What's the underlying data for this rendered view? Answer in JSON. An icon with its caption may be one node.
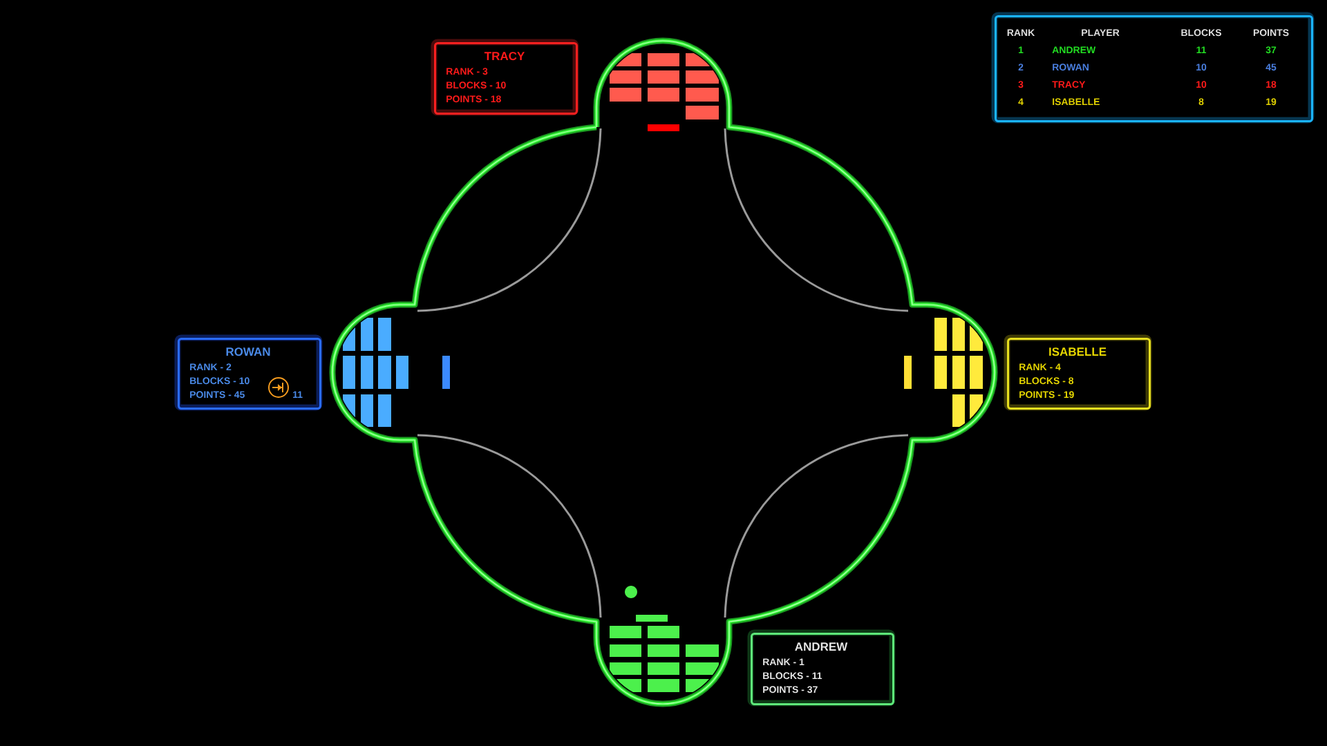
{
  "diagram": {
    "nodes": [
      {
        "text": [
          "TRACY",
          "RANK - 3",
          "BLOCKS - 10",
          "POINTS - 18"
        ]
      },
      {
        "text": [
          "RANK",
          "PLAYER",
          "BLOCKS",
          "POINTS",
          "1",
          "ANDREW",
          "11",
          "37",
          "2",
          "ROWAN",
          "10",
          "45",
          "3",
          "TRACY",
          "10",
          "18",
          "4",
          "ISABELLE",
          "8",
          "19"
        ]
      },
      {
        "text": [
          "ROWAN",
          "RANK - 2",
          "BLOCKS - 10",
          "POINTS - 45",
          "11"
        ]
      },
      {
        "text": [
          "ISABELLE",
          "RANK - 4",
          "BLOCKS - 8",
          "POINTS - 19"
        ]
      },
      {
        "text": [
          "ANDREW",
          "RANK - 1",
          "BLOCKS - 11",
          "POINTS - 37"
        ]
      }
    ]
  }
}
